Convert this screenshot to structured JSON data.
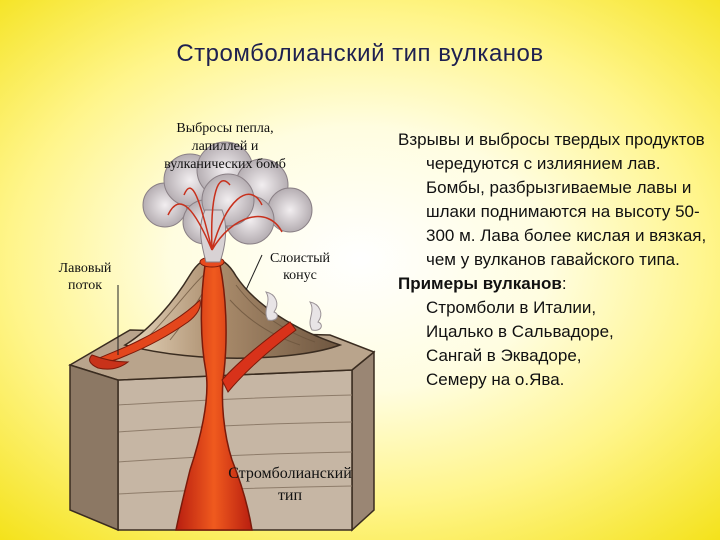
{
  "slide": {
    "title": "Стромболианский тип вулканов"
  },
  "diagram": {
    "labels": {
      "ejecta_line1": "Выбросы пепла,",
      "ejecta_line2": "лапиллей и",
      "ejecta_line3": "вулканических бомб",
      "lava_flow_line1": "Лавовый",
      "lava_flow_line2": "поток",
      "cone_line1": "Слоистый",
      "cone_line2": "конус",
      "type_line1": "Стромболианский",
      "type_line2": "тип"
    },
    "colors": {
      "lava": "#d8321a",
      "ash": "#c9c2c4",
      "rock": "#a8896a",
      "block": "#c8b8a8"
    }
  },
  "description": {
    "paragraph": "Взрывы и выбросы твердых продуктов чередуются с излиянием лав. Бомбы, разбрызгиваемые лавы и шлаки поднимаются на высоту 50-300 м. Лава более кислая и вязкая, чем у вулканов гавайского типа.",
    "examples_heading": "Примеры вулканов",
    "examples_colon": ":",
    "examples": [
      "Стромболи в Италии,",
      "Ицалько в Сальвадоре,",
      "Сангай в Эквадоре,",
      "Семеру на о.Ява."
    ]
  }
}
